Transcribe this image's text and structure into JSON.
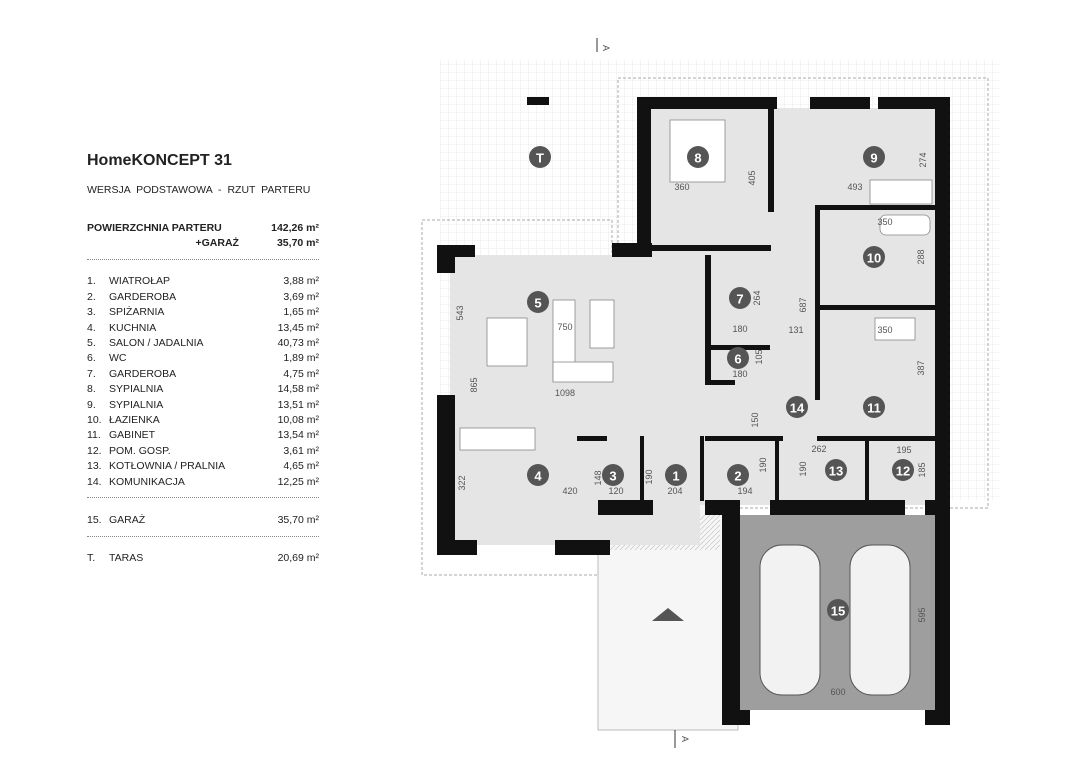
{
  "title": "HomeKONCEPT 31",
  "subtitle": "WERSJA  PODSTAWOWA   -   RZUT PARTERU",
  "summary": [
    {
      "label": "POWIERZCHNIA PARTERU",
      "value": "142,26 m²"
    },
    {
      "label": "+GARAŻ",
      "value": "35,70 m²"
    }
  ],
  "rooms": [
    {
      "n": "1.",
      "label": "WIATROŁAP",
      "value": "3,88 m²"
    },
    {
      "n": "2.",
      "label": "GARDEROBA",
      "value": "3,69 m²"
    },
    {
      "n": "3.",
      "label": "SPIŻARNIA",
      "value": "1,65 m²"
    },
    {
      "n": "4.",
      "label": "KUCHNIA",
      "value": "13,45 m²"
    },
    {
      "n": "5.",
      "label": "SALON / JADALNIA",
      "value": "40,73 m²"
    },
    {
      "n": "6.",
      "label": "WC",
      "value": "1,89 m²"
    },
    {
      "n": "7.",
      "label": "GARDEROBA",
      "value": "4,75 m²"
    },
    {
      "n": "8.",
      "label": "SYPIALNIA",
      "value": "14,58 m²"
    },
    {
      "n": "9.",
      "label": "SYPIALNIA",
      "value": "13,51 m²"
    },
    {
      "n": "10.",
      "label": "ŁAZIENKA",
      "value": "10,08 m²"
    },
    {
      "n": "11.",
      "label": "GABINET",
      "value": "13,54 m²"
    },
    {
      "n": "12.",
      "label": "POM. GOSP.",
      "value": "3,61 m²"
    },
    {
      "n": "13.",
      "label": "KOTŁOWNIA / PRALNIA",
      "value": "4,65 m²"
    },
    {
      "n": "14.",
      "label": "KOMUNIKACJA",
      "value": "12,25 m²"
    }
  ],
  "garage": {
    "n": "15.",
    "label": "GARAŻ",
    "value": "35,70 m²"
  },
  "terrace": {
    "n": "T.",
    "label": "TARAS",
    "value": "20,69 m²"
  },
  "plan": {
    "section_mark": "A",
    "markers": [
      "1",
      "2",
      "3",
      "4",
      "5",
      "6",
      "7",
      "8",
      "9",
      "10",
      "11",
      "12",
      "13",
      "14",
      "15",
      "T"
    ],
    "dimensions": [
      "543",
      "865",
      "750",
      "1098",
      "420",
      "322",
      "148",
      "120",
      "190",
      "204",
      "194",
      "190",
      "190",
      "262",
      "195",
      "185",
      "131",
      "687",
      "180",
      "264",
      "180",
      "105",
      "150",
      "360",
      "405",
      "493",
      "274",
      "350",
      "288",
      "350",
      "387",
      "600",
      "595"
    ]
  }
}
